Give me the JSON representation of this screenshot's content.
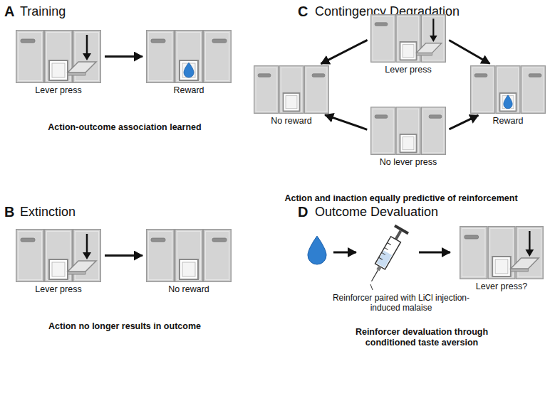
{
  "diagram": {
    "nodes": [
      {
        "text": [
          "Lever press"
        ]
      },
      {
        "text": [
          "Reward"
        ]
      },
      {
        "text": [
          "No reward"
        ]
      },
      {
        "text": [
          "Lever press"
        ]
      },
      {
        "text": [
          "No lever press"
        ]
      },
      {
        "text": [
          "Reward"
        ]
      },
      {
        "text": [
          "Lever press"
        ]
      },
      {
        "text": [
          "No reward"
        ]
      },
      {
        "text": [
          "Lever press?"
        ]
      }
    ],
    "edges": [
      {
        "from": 0,
        "to": 1,
        "arrow": "to"
      },
      {
        "from": 3,
        "to": 2,
        "arrow": "to"
      },
      {
        "from": 3,
        "to": 5,
        "arrow": "to"
      },
      {
        "from": 4,
        "to": 2,
        "arrow": "to"
      },
      {
        "from": 4,
        "to": 5,
        "arrow": "to"
      },
      {
        "from": 6,
        "to": 7,
        "arrow": "to"
      }
    ],
    "labels": [
      "A",
      "Training",
      "Action-outcome association learned",
      "C",
      "Contingency Degradation",
      "Action and inaction equally predictive of reinforcement",
      "B",
      "Extinction",
      "Action no longer results in outcome",
      "D",
      "Outcome Devaluation",
      "Reinforcer paired with LiCl injection-induced malaise",
      "Reinforcer devaluation through conditioned taste aversion"
    ]
  }
}
